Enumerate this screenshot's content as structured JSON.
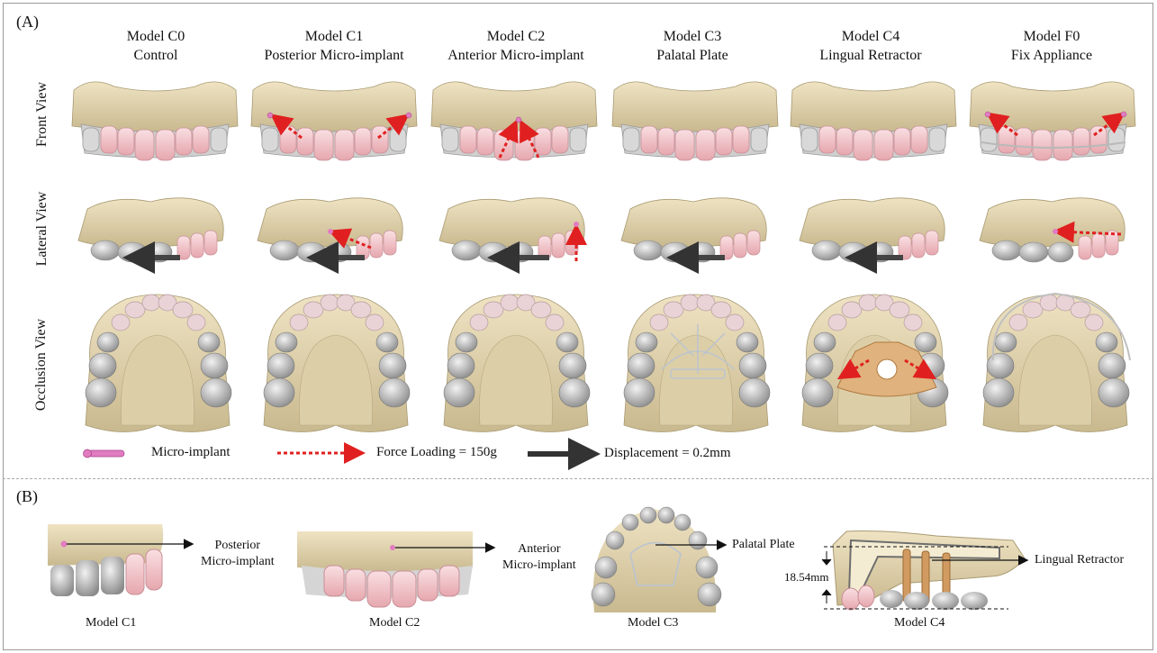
{
  "panel_a_label": "(A)",
  "panel_b_label": "(B)",
  "models": [
    {
      "name": "Model C0",
      "desc": "Control"
    },
    {
      "name": "Model C1",
      "desc": "Posterior Micro-implant"
    },
    {
      "name": "Model C2",
      "desc": "Anterior Micro-implant"
    },
    {
      "name": "Model C3",
      "desc": "Palatal Plate"
    },
    {
      "name": "Model C4",
      "desc": "Lingual Retractor"
    },
    {
      "name": "Model F0",
      "desc": "Fix Appliance"
    }
  ],
  "views": [
    "Front View",
    "Lateral View",
    "Occlusion View"
  ],
  "legend": {
    "micro_implant": "Micro-implant",
    "force": "Force Loading = 150g",
    "displacement": "Displacement = 0.2mm"
  },
  "detail": {
    "c1": {
      "callout": "Posterior\nMicro-implant",
      "caption": "Model C1"
    },
    "c2": {
      "callout": "Anterior\nMicro-implant",
      "caption": "Model C2"
    },
    "c3": {
      "callout": "Palatal Plate",
      "caption": "Model C3"
    },
    "c4": {
      "callout": "Lingual Retractor",
      "caption": "Model C4",
      "dimension": "18.54mm"
    }
  }
}
